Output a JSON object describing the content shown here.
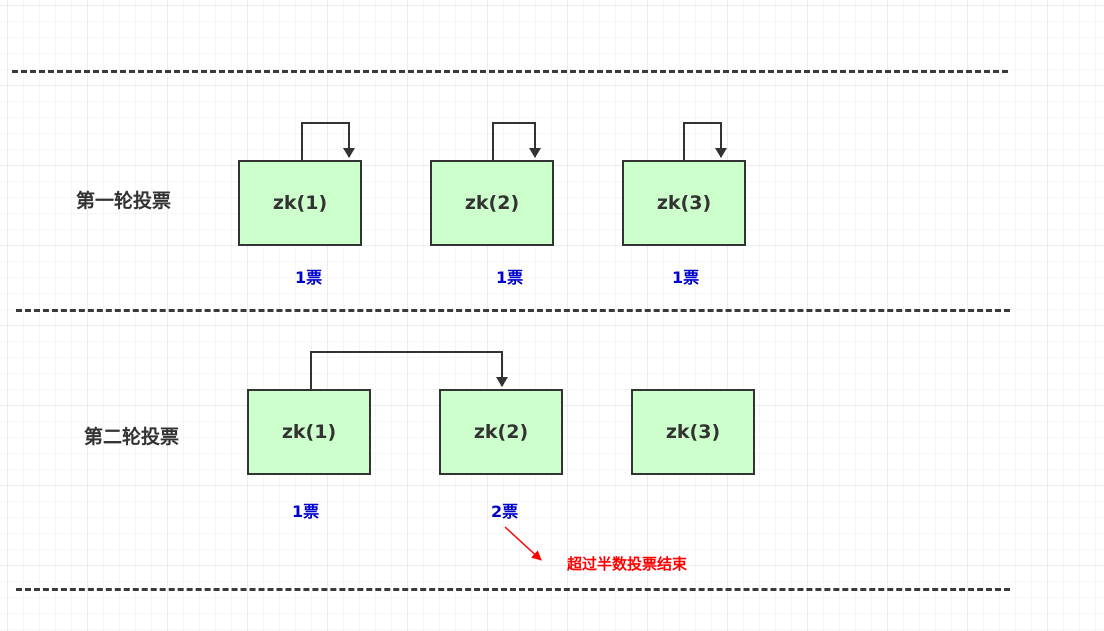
{
  "rounds": [
    {
      "label": "第一轮投票",
      "nodes": [
        {
          "name": "zk(1)",
          "votes": "1票"
        },
        {
          "name": "zk(2)",
          "votes": "1票"
        },
        {
          "name": "zk(3)",
          "votes": "1票"
        }
      ]
    },
    {
      "label": "第二轮投票",
      "nodes": [
        {
          "name": "zk(1)",
          "votes": "1票"
        },
        {
          "name": "zk(2)",
          "votes": "2票"
        },
        {
          "name": "zk(3)",
          "votes": ""
        }
      ]
    }
  ],
  "note": "超过半数投票结束",
  "colors": {
    "node_fill": "#ccffcc",
    "node_border": "#333333",
    "vote_text": "#0000cc",
    "note_text": "#ff0000",
    "note_arrow": "#ff0000",
    "separator": "#3a3a3a"
  }
}
